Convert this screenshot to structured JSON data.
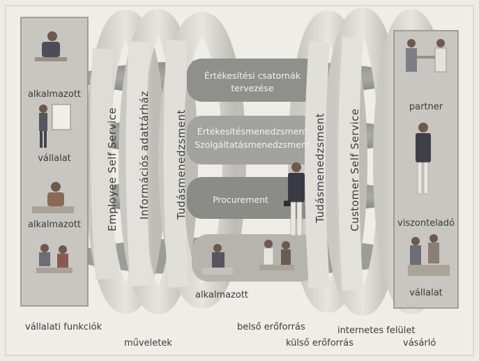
{
  "left_panel": {
    "labels": [
      "alkalmazott",
      "vállalat",
      "alkalmazott"
    ]
  },
  "right_panel": {
    "labels": [
      "partner",
      "viszonteladó",
      "vállalat"
    ]
  },
  "rings": {
    "employee_self_service": "Employee Self Service",
    "informacios_adattarhaz": "Információs adattárház",
    "tudasmenedzsment_left": "Tudásmenedzsment",
    "tudasmenedzsment_right": "Tudásmenedzsment",
    "customer_self_service": "Customer Self Service"
  },
  "bands": {
    "band1_line1": "Értékesítési csatornák",
    "band1_line2": "tervezése",
    "band2_line1": "Értékesítésmenedzsment",
    "band2_line2": "Szolgáltatásmenedzsment",
    "band3": "Procurement",
    "center_label": "alkalmazott"
  },
  "bottom_labels": {
    "vallalati_funkciok": "vállalati funkciók",
    "muveletek": "műveletek",
    "belso_eroforras": "belső erőforrás",
    "kulso_eroforras": "külső erőforrás",
    "internetes_felulet": "internetes felület",
    "vasarlo": "vásárló"
  }
}
